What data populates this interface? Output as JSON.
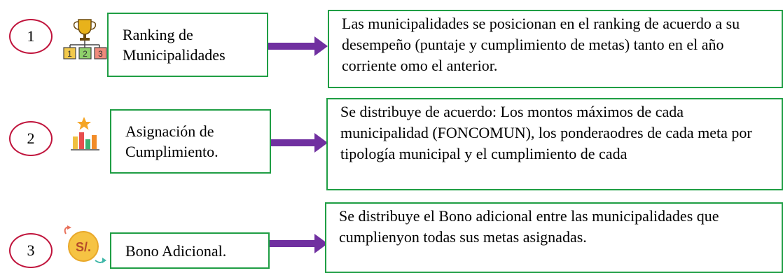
{
  "steps": [
    {
      "number": "1",
      "icon": "trophy-ranking-icon",
      "title_line1": "Ranking de",
      "title_line2": "Municipalidades",
      "description": "Las municipalidades se posicionan en el ranking de acuerdo a su desempeño (puntaje y cumplimiento de metas) tanto en el año corriente omo el anterior."
    },
    {
      "number": "2",
      "icon": "bar-chart-star-icon",
      "title_line1": "Asignación de",
      "title_line2": "Cumplimiento.",
      "description": "Se distribuye de acuerdo: Los montos máximos de cada municipalidad (FONCOMUN), los ponderaodres de cada meta por tipología municipal y el cumplimiento de cada"
    },
    {
      "number": "3",
      "icon": "currency-soles-icon",
      "title_line1": "Bono Adicional.",
      "description": "Se distribuye el Bono adicional entre las municipalidades que cumplienyon todas sus metas asignadas."
    }
  ],
  "icon_text": {
    "ranks": [
      "1",
      "2",
      "3"
    ],
    "currency": "S/."
  },
  "colors": {
    "circle_border": "#c0143c",
    "box_border": "#1f9e44",
    "arrow": "#7030a0"
  }
}
